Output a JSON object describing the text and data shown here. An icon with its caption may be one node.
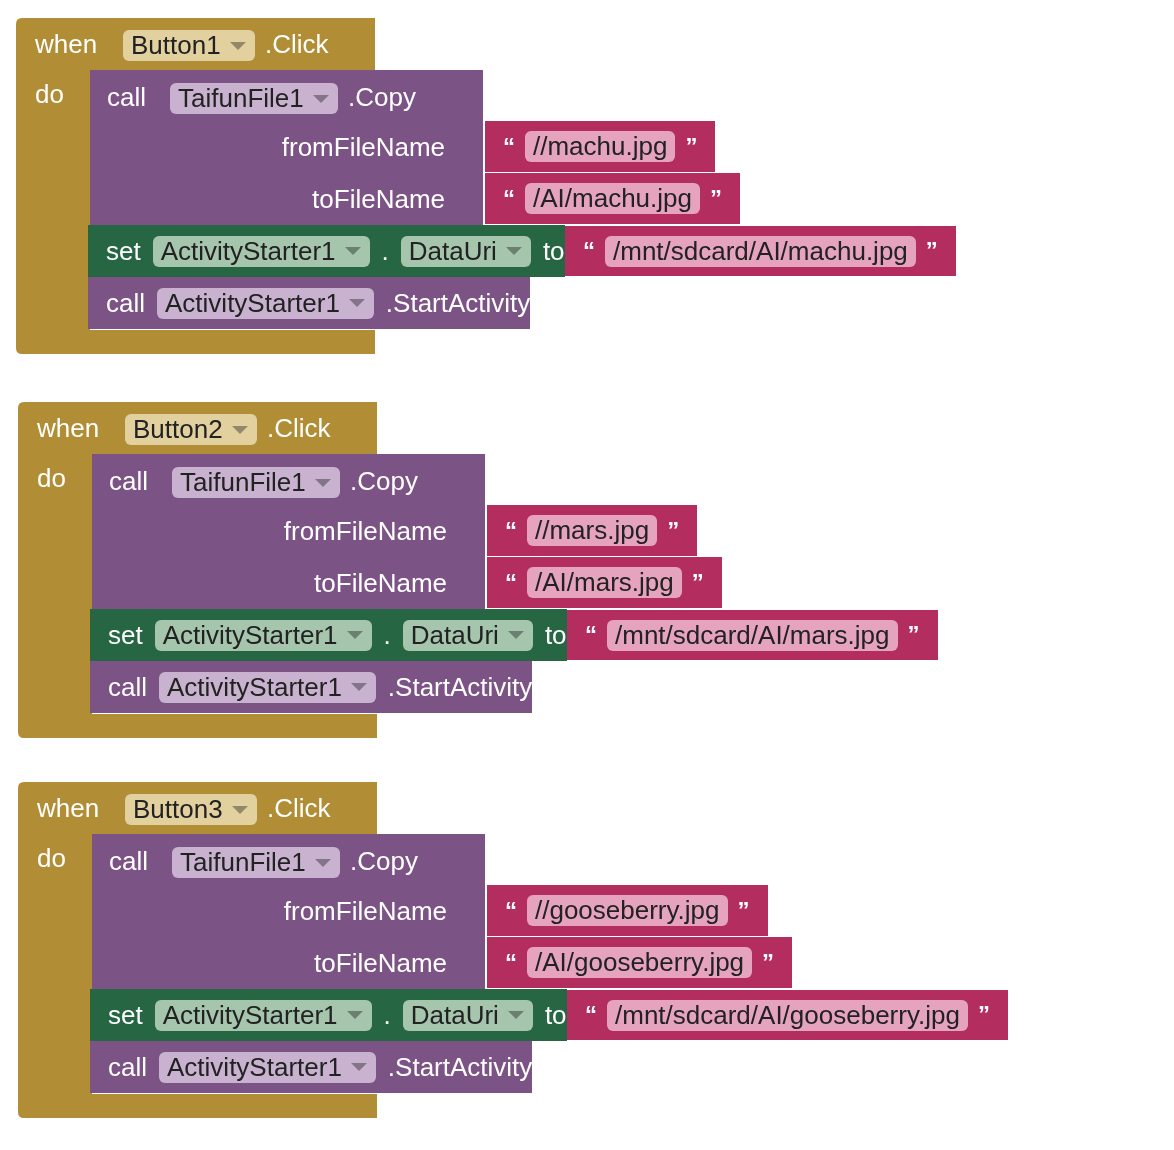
{
  "diagram": {
    "nodes": [
      {
        "text": [
          "when",
          ".Click",
          "do"
        ]
      },
      {
        "text": [
          "Button1"
        ],
        "in": 0
      },
      {
        "text": [
          "call",
          ".Copy",
          "fromFileName",
          "toFileName"
        ]
      },
      {
        "text": [
          "TaifunFile1"
        ],
        "in": 2
      },
      {
        "text": [
          "“",
          "”"
        ]
      },
      {
        "text": [
          "//machu.jpg"
        ],
        "in": 4
      },
      {
        "text": [
          "“",
          "”"
        ]
      },
      {
        "text": [
          "/AI/machu.jpg"
        ],
        "in": 6
      },
      {
        "text": [
          "set",
          ".",
          "to"
        ]
      },
      {
        "text": [
          "ActivityStarter1"
        ],
        "in": 8
      },
      {
        "text": [
          "DataUri"
        ],
        "in": 8
      },
      {
        "text": [
          "“",
          "”"
        ]
      },
      {
        "text": [
          "/mnt/sdcard/AI/machu.jpg"
        ],
        "in": 11
      },
      {
        "text": [
          "call",
          ".StartActivity"
        ]
      },
      {
        "text": [
          "ActivityStarter1"
        ],
        "in": 13
      },
      {
        "text": [
          "when",
          ".Click",
          "do"
        ]
      },
      {
        "text": [
          "Button2"
        ],
        "in": 15
      },
      {
        "text": [
          "call",
          ".Copy",
          "fromFileName",
          "toFileName"
        ]
      },
      {
        "text": [
          "TaifunFile1"
        ],
        "in": 17
      },
      {
        "text": [
          "“",
          "”"
        ]
      },
      {
        "text": [
          "//mars.jpg"
        ],
        "in": 19
      },
      {
        "text": [
          "“",
          "”"
        ]
      },
      {
        "text": [
          "/AI/mars.jpg"
        ],
        "in": 21
      },
      {
        "text": [
          "set",
          ".",
          "to"
        ]
      },
      {
        "text": [
          "ActivityStarter1"
        ],
        "in": 23
      },
      {
        "text": [
          "DataUri"
        ],
        "in": 23
      },
      {
        "text": [
          "“",
          "”"
        ]
      },
      {
        "text": [
          "/mnt/sdcard/AI/mars.jpg"
        ],
        "in": 26
      },
      {
        "text": [
          "call",
          ".StartActivity"
        ]
      },
      {
        "text": [
          "ActivityStarter1"
        ],
        "in": 28
      },
      {
        "text": [
          "when",
          ".Click",
          "do"
        ]
      },
      {
        "text": [
          "Button3"
        ],
        "in": 30
      },
      {
        "text": [
          "call",
          ".Copy",
          "fromFileName",
          "toFileName"
        ]
      },
      {
        "text": [
          "TaifunFile1"
        ],
        "in": 32
      },
      {
        "text": [
          "“",
          "”"
        ]
      },
      {
        "text": [
          "//gooseberry.jpg"
        ],
        "in": 34
      },
      {
        "text": [
          "“",
          "”"
        ]
      },
      {
        "text": [
          "/AI/gooseberry.jpg"
        ],
        "in": 36
      },
      {
        "text": [
          "set",
          ".",
          "to"
        ]
      },
      {
        "text": [
          "ActivityStarter1"
        ],
        "in": 38
      },
      {
        "text": [
          "DataUri"
        ],
        "in": 38
      },
      {
        "text": [
          "“",
          "”"
        ]
      },
      {
        "text": [
          "/mnt/sdcard/AI/gooseberry.jpg"
        ],
        "in": 41
      },
      {
        "text": [
          "call",
          ".StartActivity"
        ]
      },
      {
        "text": [
          "ActivityStarter1"
        ],
        "in": 43
      }
    ]
  }
}
